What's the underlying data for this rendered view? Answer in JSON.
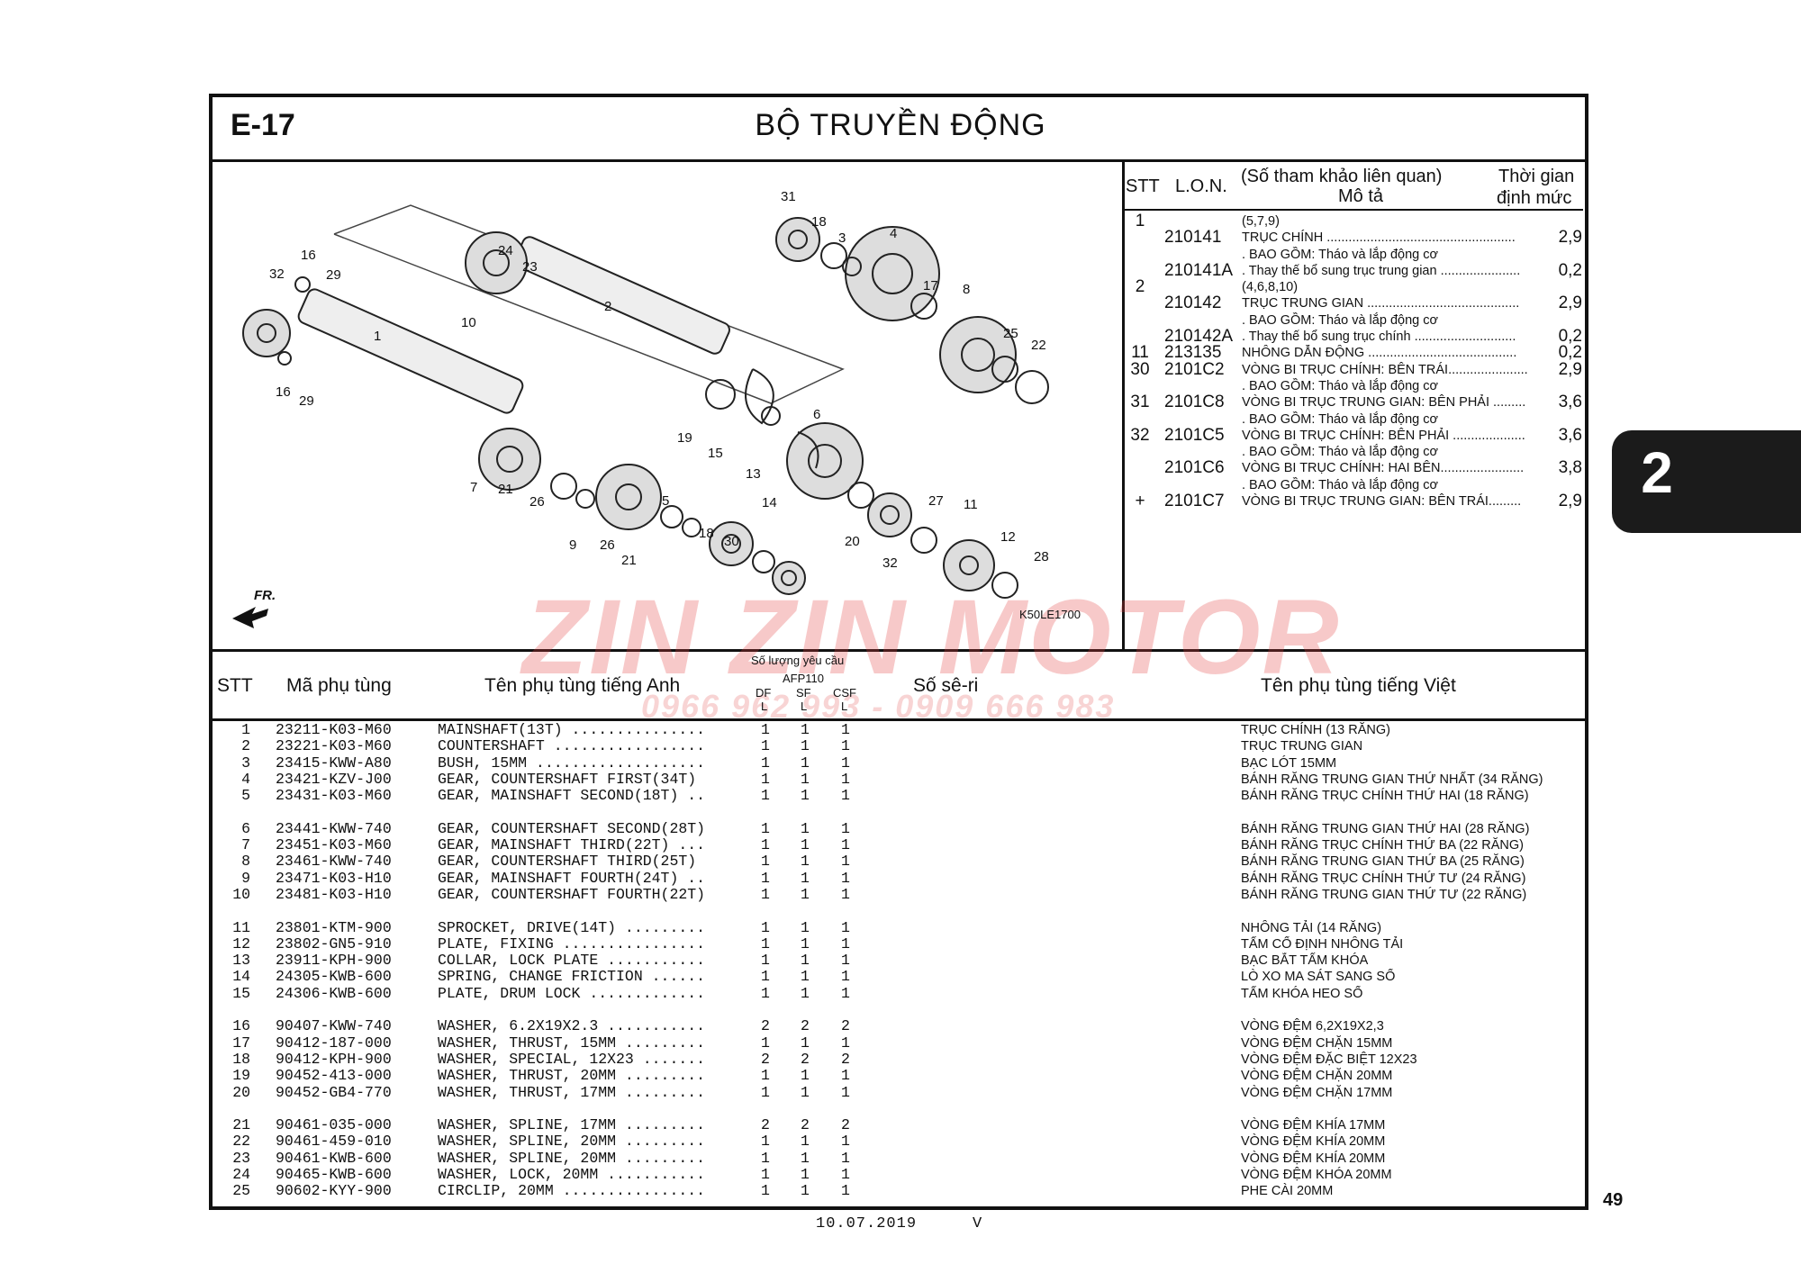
{
  "header": {
    "section": "E-17",
    "title": "BỘ TRUYỀN ĐỘNG"
  },
  "chapter_tab": "2",
  "page_number": "49",
  "footer": {
    "date": "10.07.2019",
    "mark": "V"
  },
  "diagram": {
    "fr_label": "FR.",
    "code": "K50LE1700",
    "callouts": [
      "31",
      "18",
      "3",
      "4",
      "17",
      "8",
      "25",
      "22",
      "16",
      "29",
      "32",
      "24",
      "23",
      "10",
      "2",
      "1",
      "16",
      "29",
      "6",
      "19",
      "15",
      "13",
      "14",
      "7",
      "21",
      "26",
      "9",
      "26",
      "21",
      "5",
      "18",
      "30",
      "20",
      "27",
      "11",
      "12",
      "28",
      "32"
    ]
  },
  "reference": {
    "headers": {
      "stt": "STT",
      "lon": "L.O.N.",
      "desc1": "(Số tham khảo liên quan)",
      "desc2": "Mô tả",
      "time1": "Thời gian",
      "time2": "định mức"
    },
    "rows": [
      {
        "stt": "1",
        "lon": "",
        "desc": "(5,7,9)",
        "time": ""
      },
      {
        "stt": "",
        "lon": "210141",
        "desc": "TRỤC CHÍNH ....................................................",
        "time": "2,9"
      },
      {
        "stt": "",
        "lon": "",
        "desc": ". BAO GỒM: Tháo và lắp động cơ",
        "time": ""
      },
      {
        "stt": "",
        "lon": "210141A",
        "desc": ". Thay thế bổ sung trục trung gian ......................",
        "time": "0,2"
      },
      {
        "stt": "2",
        "lon": "",
        "desc": "(4,6,8,10)",
        "time": ""
      },
      {
        "stt": "",
        "lon": "210142",
        "desc": "TRỤC TRUNG GIAN ..........................................",
        "time": "2,9"
      },
      {
        "stt": "",
        "lon": "",
        "desc": ". BAO GỒM: Tháo và lắp động cơ",
        "time": ""
      },
      {
        "stt": "",
        "lon": "210142A",
        "desc": ". Thay thế bổ sung trục chính ............................",
        "time": "0,2"
      },
      {
        "stt": "11",
        "lon": "213135",
        "desc": "NHÔNG DẪN ĐỘNG .........................................",
        "time": "0,2"
      },
      {
        "stt": "30",
        "lon": "2101C2",
        "desc": "VÒNG BI TRỤC CHÍNH: BÊN TRÁI......................",
        "time": "2,9"
      },
      {
        "stt": "",
        "lon": "",
        "desc": ". BAO GỒM: Tháo và lắp động cơ",
        "time": ""
      },
      {
        "stt": "31",
        "lon": "2101C8",
        "desc": "VÒNG BI TRỤC TRUNG GIAN: BÊN PHẢI .........",
        "time": "3,6"
      },
      {
        "stt": "",
        "lon": "",
        "desc": ". BAO GỒM: Tháo và lắp động cơ",
        "time": ""
      },
      {
        "stt": "32",
        "lon": "2101C5",
        "desc": "VÒNG BI TRỤC CHÍNH: BÊN PHẢI ....................",
        "time": "3,6"
      },
      {
        "stt": "",
        "lon": "",
        "desc": ". BAO GỒM: Tháo và lắp động cơ",
        "time": ""
      },
      {
        "stt": "",
        "lon": "2101C6",
        "desc": "VÒNG BI TRỤC CHÍNH: HAI BÊN.......................",
        "time": "3,8"
      },
      {
        "stt": "",
        "lon": "",
        "desc": ". BAO GỒM: Tháo và lắp động cơ",
        "time": ""
      },
      {
        "stt": "+",
        "lon": "2101C7",
        "desc": "VÒNG BI TRỤC TRUNG GIAN: BÊN TRÁI.........",
        "time": "2,9"
      }
    ]
  },
  "parts_table": {
    "headers": {
      "stt": "STT",
      "part_no": "Mã phụ tùng",
      "name_en": "Tên phụ tùng tiếng Anh",
      "qty_title": "Số lượng yêu cầu",
      "model": "AFP110",
      "df": "DF",
      "sf": "SF",
      "csf": "CSF",
      "l": "L",
      "serial": "Số sê-ri",
      "name_vi": "Tên phụ tùng tiếng Việt"
    },
    "groups": [
      [
        {
          "stt": "1",
          "part_no": "23211-K03-M60",
          "name_en": "MAINSHAFT(13T) ...............",
          "df": "1",
          "sf": "1",
          "csf": "1",
          "name_vi": "TRỤC CHÍNH (13 RĂNG)"
        },
        {
          "stt": "2",
          "part_no": "23221-K03-M60",
          "name_en": "COUNTERSHAFT .................",
          "df": "1",
          "sf": "1",
          "csf": "1",
          "name_vi": "TRỤC TRUNG GIAN"
        },
        {
          "stt": "3",
          "part_no": "23415-KWW-A80",
          "name_en": "BUSH, 15MM ...................",
          "df": "1",
          "sf": "1",
          "csf": "1",
          "name_vi": "BẠC LÓT 15MM"
        },
        {
          "stt": "4",
          "part_no": "23421-KZV-J00",
          "name_en": "GEAR, COUNTERSHAFT FIRST(34T)",
          "df": "1",
          "sf": "1",
          "csf": "1",
          "name_vi": "BÁNH RĂNG TRUNG GIAN THỨ NHẤT (34 RĂNG)"
        },
        {
          "stt": "5",
          "part_no": "23431-K03-M60",
          "name_en": "GEAR, MAINSHAFT SECOND(18T) ..",
          "df": "1",
          "sf": "1",
          "csf": "1",
          "name_vi": "BÁNH RĂNG TRỤC CHÍNH THỨ HAI (18 RĂNG)"
        }
      ],
      [
        {
          "stt": "6",
          "part_no": "23441-KWW-740",
          "name_en": "GEAR, COUNTERSHAFT SECOND(28T)",
          "df": "1",
          "sf": "1",
          "csf": "1",
          "name_vi": "BÁNH RĂNG TRUNG GIAN THỨ HAI (28 RĂNG)"
        },
        {
          "stt": "7",
          "part_no": "23451-K03-M60",
          "name_en": "GEAR, MAINSHAFT THIRD(22T) ...",
          "df": "1",
          "sf": "1",
          "csf": "1",
          "name_vi": "BÁNH RĂNG TRỤC CHÍNH THỨ BA (22 RĂNG)"
        },
        {
          "stt": "8",
          "part_no": "23461-KWW-740",
          "name_en": "GEAR, COUNTERSHAFT THIRD(25T)",
          "df": "1",
          "sf": "1",
          "csf": "1",
          "name_vi": "BÁNH RĂNG TRUNG GIAN THỨ BA (25 RĂNG)"
        },
        {
          "stt": "9",
          "part_no": "23471-K03-H10",
          "name_en": "GEAR, MAINSHAFT FOURTH(24T) ..",
          "df": "1",
          "sf": "1",
          "csf": "1",
          "name_vi": "BÁNH RĂNG TRỤC CHÍNH THỨ TƯ (24 RĂNG)"
        },
        {
          "stt": "10",
          "part_no": "23481-K03-H10",
          "name_en": "GEAR, COUNTERSHAFT FOURTH(22T)",
          "df": "1",
          "sf": "1",
          "csf": "1",
          "name_vi": "BÁNH RĂNG TRUNG GIAN THỨ TƯ (22 RĂNG)"
        }
      ],
      [
        {
          "stt": "11",
          "part_no": "23801-KTM-900",
          "name_en": "SPROCKET, DRIVE(14T) .........",
          "df": "1",
          "sf": "1",
          "csf": "1",
          "name_vi": "NHÔNG TẢI (14 RĂNG)"
        },
        {
          "stt": "12",
          "part_no": "23802-GN5-910",
          "name_en": "PLATE, FIXING ................",
          "df": "1",
          "sf": "1",
          "csf": "1",
          "name_vi": "TẤM CỐ ĐỊNH NHÔNG TẢI"
        },
        {
          "stt": "13",
          "part_no": "23911-KPH-900",
          "name_en": "COLLAR, LOCK PLATE ...........",
          "df": "1",
          "sf": "1",
          "csf": "1",
          "name_vi": "BẠC BẮT TẤM KHÓA"
        },
        {
          "stt": "14",
          "part_no": "24305-KWB-600",
          "name_en": "SPRING, CHANGE FRICTION ......",
          "df": "1",
          "sf": "1",
          "csf": "1",
          "name_vi": "LÒ XO MA SÁT SANG SỐ"
        },
        {
          "stt": "15",
          "part_no": "24306-KWB-600",
          "name_en": "PLATE, DRUM LOCK .............",
          "df": "1",
          "sf": "1",
          "csf": "1",
          "name_vi": "TẤM KHÓA HEO SỐ"
        }
      ],
      [
        {
          "stt": "16",
          "part_no": "90407-KWW-740",
          "name_en": "WASHER, 6.2X19X2.3 ...........",
          "df": "2",
          "sf": "2",
          "csf": "2",
          "name_vi": "VÒNG ĐỆM 6,2X19X2,3"
        },
        {
          "stt": "17",
          "part_no": "90412-187-000",
          "name_en": "WASHER, THRUST, 15MM .........",
          "df": "1",
          "sf": "1",
          "csf": "1",
          "name_vi": "VÒNG ĐỆM CHẶN 15MM"
        },
        {
          "stt": "18",
          "part_no": "90412-KPH-900",
          "name_en": "WASHER, SPECIAL, 12X23 .......",
          "df": "2",
          "sf": "2",
          "csf": "2",
          "name_vi": "VÒNG ĐỆM ĐẶC BIỆT 12X23"
        },
        {
          "stt": "19",
          "part_no": "90452-413-000",
          "name_en": "WASHER, THRUST, 20MM .........",
          "df": "1",
          "sf": "1",
          "csf": "1",
          "name_vi": "VÒNG ĐỆM CHẶN 20MM"
        },
        {
          "stt": "20",
          "part_no": "90452-GB4-770",
          "name_en": "WASHER, THRUST, 17MM .........",
          "df": "1",
          "sf": "1",
          "csf": "1",
          "name_vi": "VÒNG ĐỆM CHẶN 17MM"
        }
      ],
      [
        {
          "stt": "21",
          "part_no": "90461-035-000",
          "name_en": "WASHER, SPLINE, 17MM .........",
          "df": "2",
          "sf": "2",
          "csf": "2",
          "name_vi": "VÒNG ĐỆM KHÍA 17MM"
        },
        {
          "stt": "22",
          "part_no": "90461-459-010",
          "name_en": "WASHER, SPLINE, 20MM .........",
          "df": "1",
          "sf": "1",
          "csf": "1",
          "name_vi": "VÒNG ĐỆM KHÍA 20MM"
        },
        {
          "stt": "23",
          "part_no": "90461-KWB-600",
          "name_en": "WASHER, SPLINE, 20MM .........",
          "df": "1",
          "sf": "1",
          "csf": "1",
          "name_vi": "VÒNG ĐỆM KHÍA 20MM"
        },
        {
          "stt": "24",
          "part_no": "90465-KWB-600",
          "name_en": "WASHER, LOCK, 20MM ...........",
          "df": "1",
          "sf": "1",
          "csf": "1",
          "name_vi": "VÒNG ĐỆM KHÓA 20MM"
        },
        {
          "stt": "25",
          "part_no": "90602-KYY-900",
          "name_en": "CIRCLIP, 20MM ................",
          "df": "1",
          "sf": "1",
          "csf": "1",
          "name_vi": "PHE CÀI 20MM"
        }
      ]
    ]
  },
  "watermark": {
    "brand": "ZIN ZIN MOTOR",
    "phone": "0966 962 993 - 0909 666 983"
  }
}
